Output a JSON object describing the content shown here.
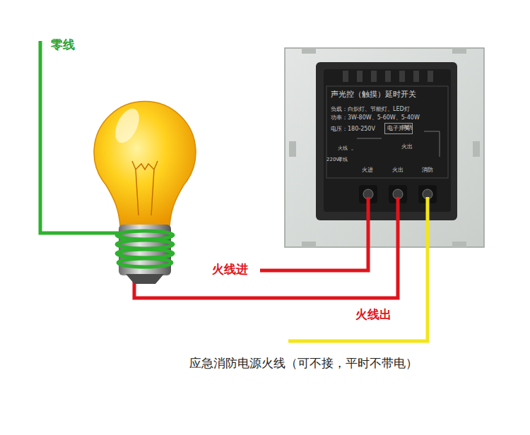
{
  "diagram": {
    "nodes": [
      {
        "text": [
          "声光控（触摸）延时开关",
          "负载：白炽灯、节能灯、LED灯",
          "功率：3W-80W、5-60W、5-40W",
          "电压：180-250V"
        ]
      },
      {
        "text": [
          "电子开关"
        ],
        "in": 0
      }
    ],
    "labels": [
      "零线",
      "火线进",
      "火线出",
      "应急消防电源火线（可不接，平时不带电）",
      "火进",
      "火出",
      "消防",
      "消防",
      "火出",
      "220V",
      "火线",
      "零线"
    ]
  }
}
